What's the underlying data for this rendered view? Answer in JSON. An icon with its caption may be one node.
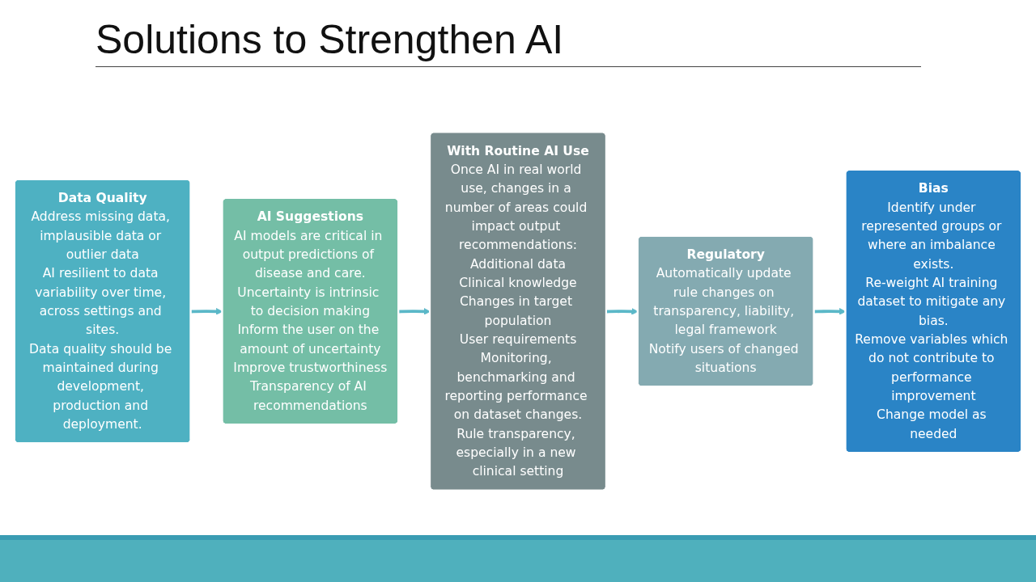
{
  "diagram": {
    "title": "Solutions to Strengthen AI",
    "nodes": [
      {
        "text": [
          "Data Quality",
          "Address missing data, implausible data or outlier data",
          "AI resilient to data variability over time, across settings and sites.",
          "Data quality should be maintained during development, production and deployment."
        ]
      },
      {
        "text": [
          "AI Suggestions",
          "AI models are critical in output predictions of disease and care.",
          "Uncertainty is intrinsic to decision making",
          "Inform the user on the amount of uncertainty",
          "Improve trustworthiness",
          "Transparency of AI recommendations"
        ]
      },
      {
        "text": [
          "With Routine AI Use",
          "Once AI in real world use, changes in a number of areas could impact output recommendations:",
          "Additional data",
          "Clinical knowledge",
          "Changes in target population",
          "User requirements",
          "Monitoring, benchmarking and reporting performance on dataset changes.",
          "Rule transparency, especially in a new clinical setting"
        ]
      },
      {
        "text": [
          "Regulatory",
          "Automatically update rule changes on transparency, liability, legal framework",
          "Notify users of changed situations"
        ]
      },
      {
        "text": [
          "Bias",
          "Identify under represented groups or where an imbalance exists.",
          "Re-weight AI training dataset to mitigate any bias.",
          "Remove variables which do not contribute to performance improvement",
          "Change model as needed"
        ]
      }
    ],
    "edges": [
      {
        "from": 0,
        "to": 1,
        "arrow": "to"
      },
      {
        "from": 1,
        "to": 2,
        "arrow": "to"
      },
      {
        "from": 2,
        "to": 3,
        "arrow": "to"
      },
      {
        "from": 3,
        "to": 4,
        "arrow": "to"
      }
    ]
  }
}
